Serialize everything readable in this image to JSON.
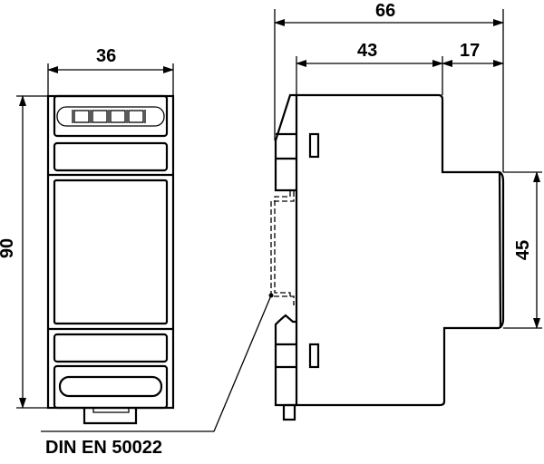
{
  "dimensions": {
    "front_width": "36",
    "front_height": "90",
    "side_depth_total": "66",
    "side_depth_body": "43",
    "side_depth_front": "17",
    "side_front_height": "45"
  },
  "rail_label": "DIN EN 50022"
}
